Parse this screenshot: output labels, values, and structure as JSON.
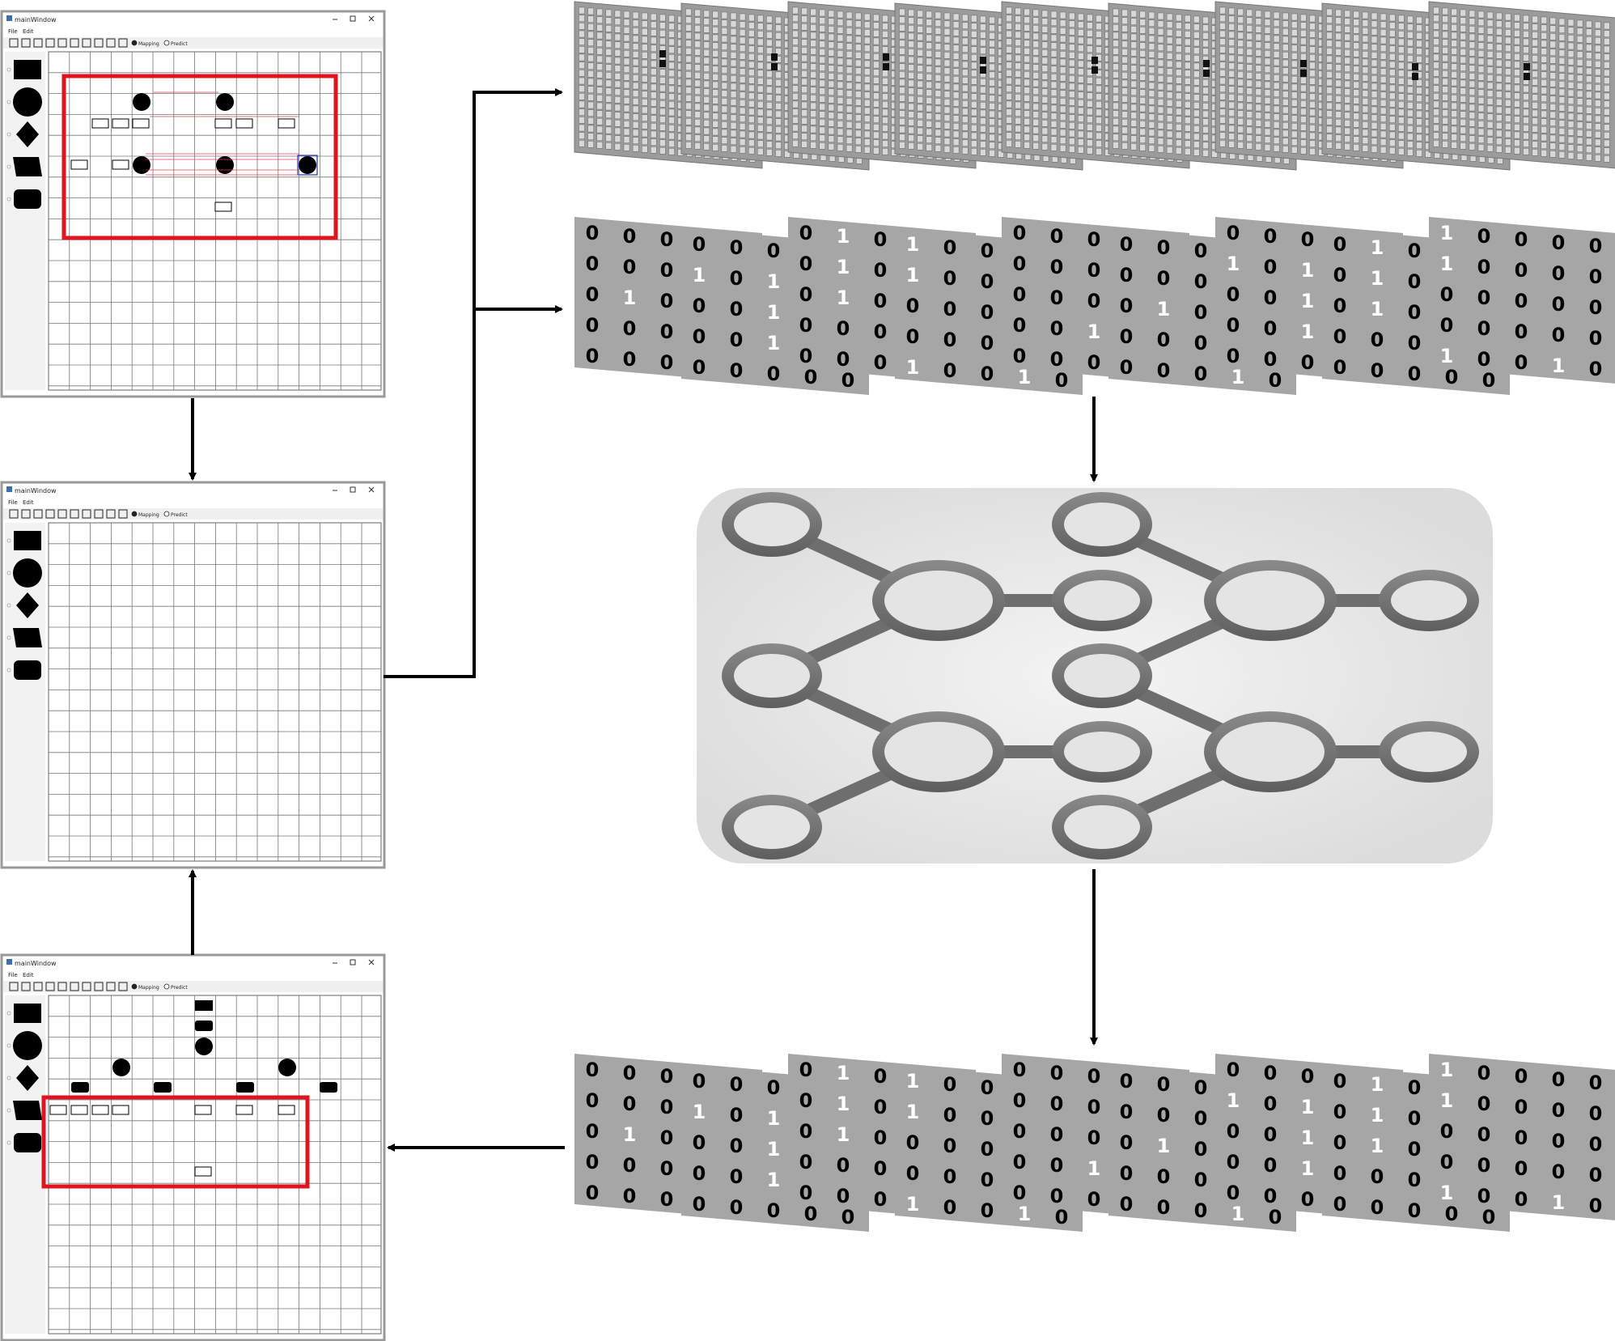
{
  "window": {
    "title": "mainWindow",
    "menu": [
      "File",
      "Edit"
    ],
    "radio_options": [
      "Mapping",
      "Predict"
    ],
    "toolbar_icons": [
      "add-icon",
      "open-folder-icon",
      "save-icon",
      "connect-right-icon",
      "connect-right-alt-icon",
      "connect-down-icon",
      "connect-down-alt-icon",
      "pointer-hand-icon",
      "open-hand-icon",
      "undo-icon"
    ],
    "palette_shapes": [
      "rectangle-shape",
      "circle-shape",
      "diamond-shape",
      "parallelogram-shape",
      "rounded-rect-shape"
    ]
  },
  "windows": [
    {
      "id": "top",
      "selected_mode": "Mapping"
    },
    {
      "id": "middle",
      "selected_mode": "Mapping"
    },
    {
      "id": "bottom",
      "selected_mode": "Mapping"
    }
  ],
  "colors": {
    "highlight": "#e0141e",
    "arrow": "#000000",
    "slab": "#a6a6a6",
    "slab_bit_zero": "#000000",
    "slab_bit_one": "#ffffff",
    "network_node": "#7a7a7a",
    "network_bg": "#e8e8e8"
  },
  "matrix_row_top": "0 0 0 0 0 / 0 0 1 0 0 / 0 0 0 0 0 / 0 1 1 1 0 / 0 0 0 0 0",
  "slab_digits": [
    [
      "0",
      "0",
      "0",
      "0",
      "0"
    ],
    [
      "0",
      "0",
      "0",
      "0",
      "0"
    ],
    [
      "0",
      "1",
      "0",
      "1",
      "0"
    ],
    [
      "0",
      "0",
      "0",
      "1",
      "0"
    ],
    [
      "0",
      "0",
      "0",
      "1",
      "0"
    ]
  ],
  "slab_digit_rows": [
    [
      0,
      0,
      0,
      0,
      0
    ],
    [
      0,
      0,
      0,
      0,
      0
    ],
    [
      0,
      1,
      0,
      1,
      0
    ],
    [
      0,
      0,
      0,
      1,
      0
    ],
    [
      0,
      0,
      0,
      1,
      0
    ]
  ]
}
